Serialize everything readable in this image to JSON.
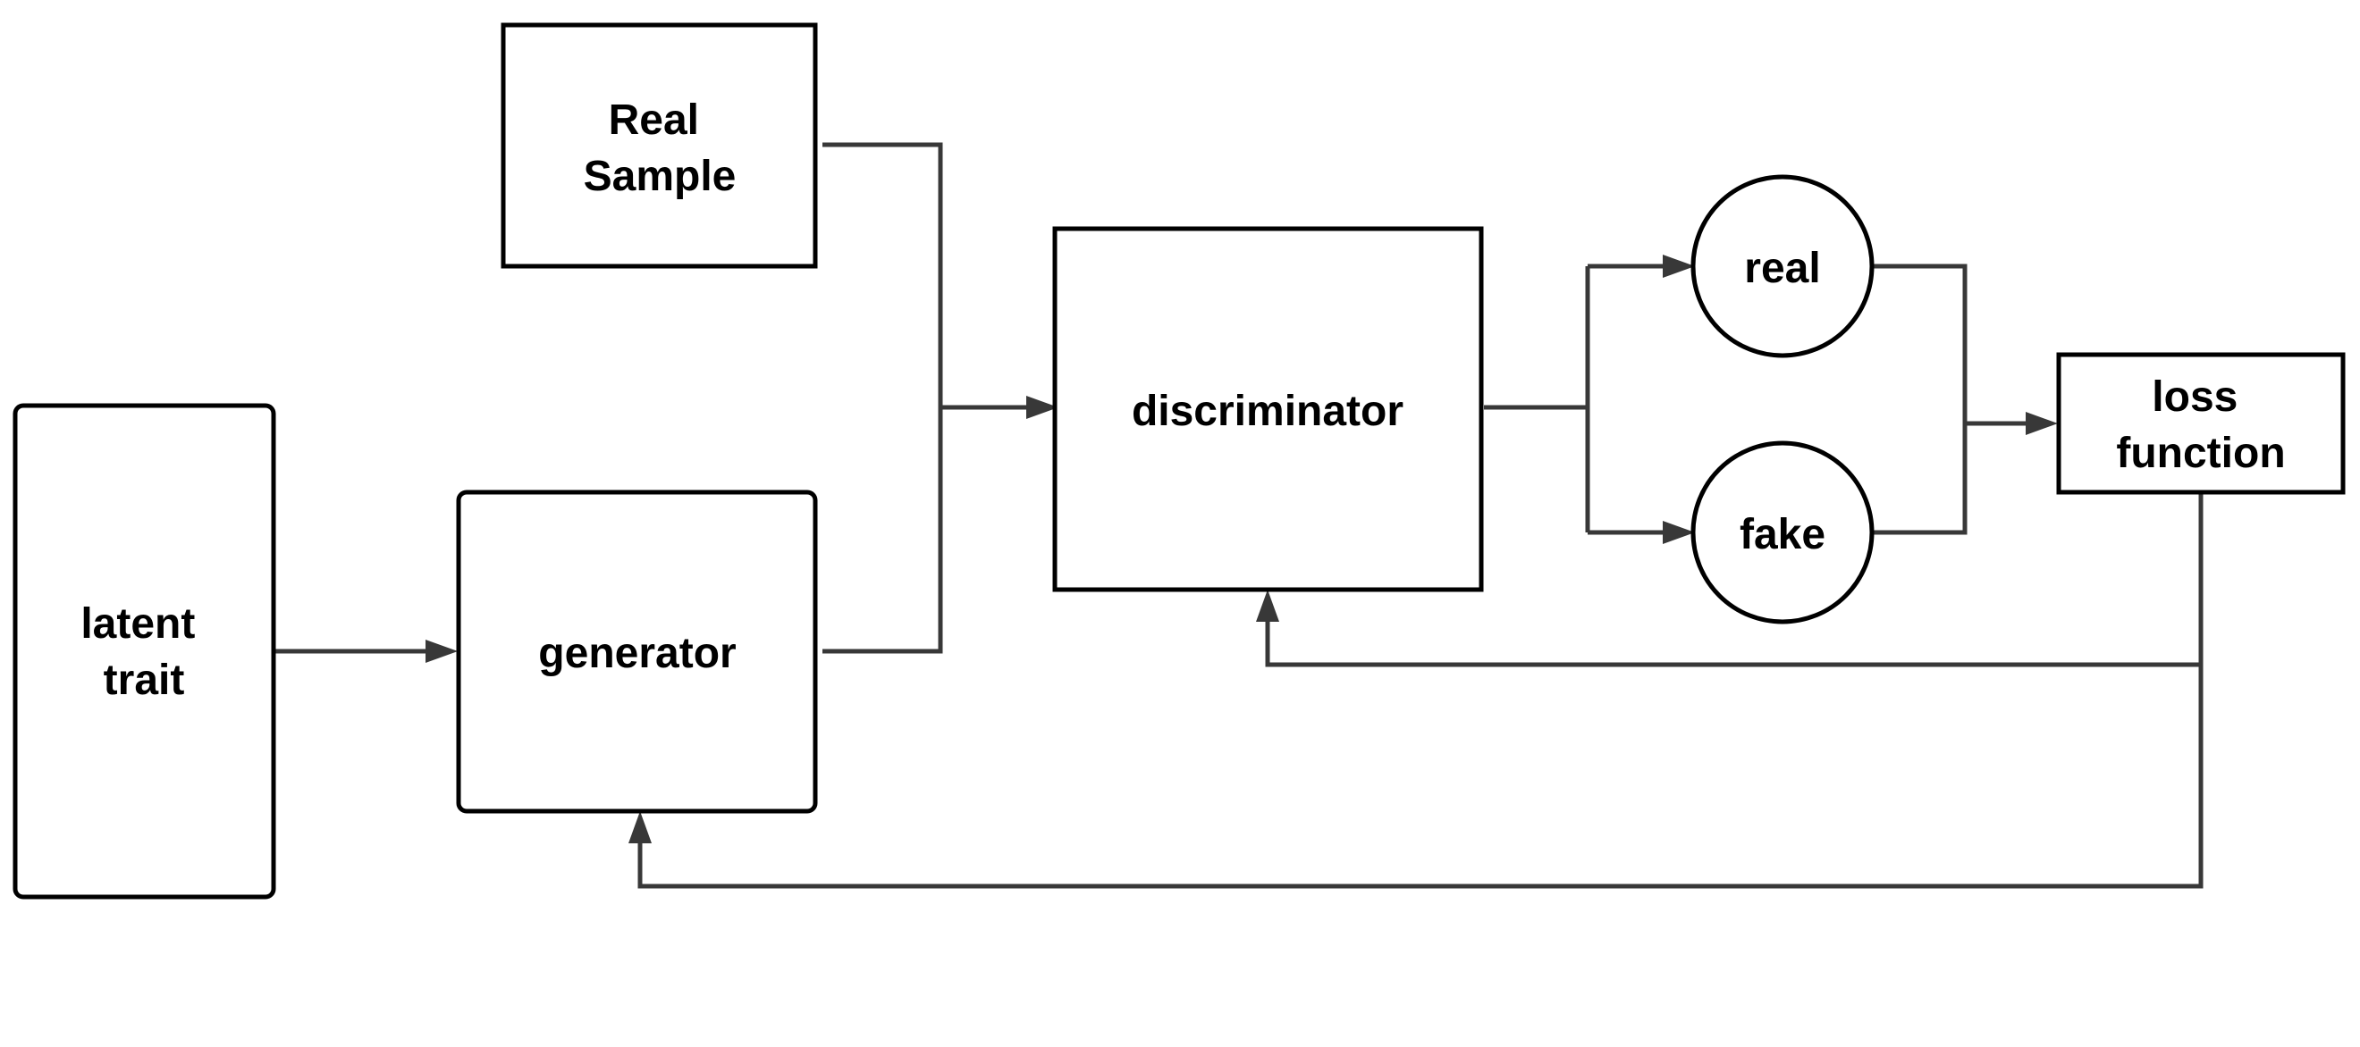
{
  "nodes": {
    "real_sample": {
      "lines": [
        "Real",
        "Sample"
      ]
    },
    "latent_trait": {
      "lines": [
        "latent",
        "trait"
      ]
    },
    "generator": {
      "lines": [
        "generator"
      ]
    },
    "discriminator": {
      "lines": [
        "discriminator"
      ]
    },
    "real": {
      "lines": [
        "real"
      ]
    },
    "fake": {
      "lines": [
        "fake"
      ]
    },
    "loss_function": {
      "lines": [
        "loss",
        "function"
      ]
    }
  },
  "colors": {
    "line": "#383838",
    "border": "#000000",
    "background": "#ffffff",
    "text": "#000000"
  }
}
